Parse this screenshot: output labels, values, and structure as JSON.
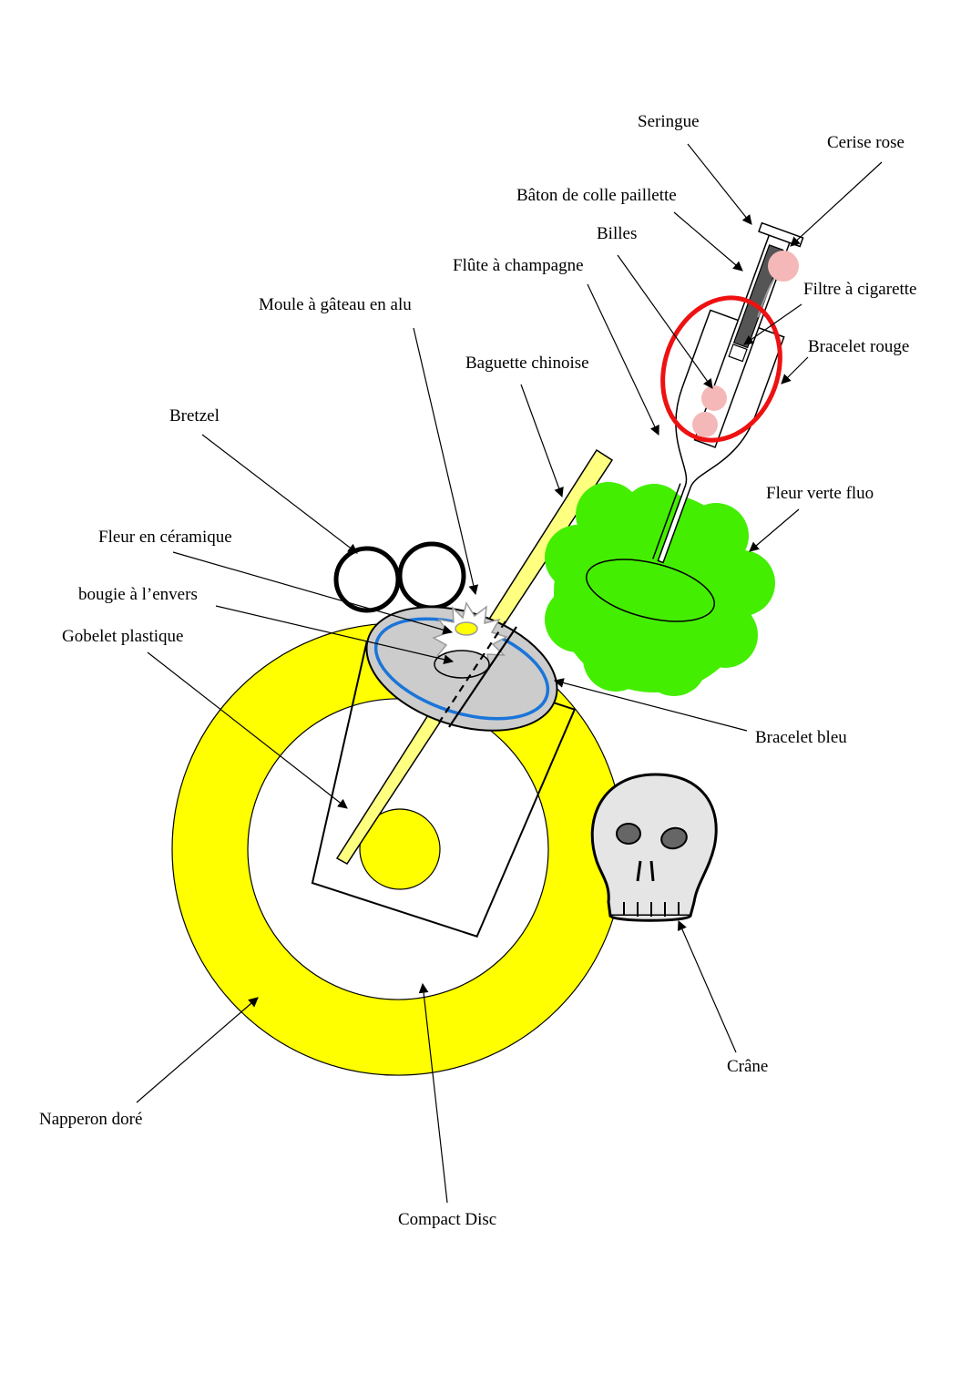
{
  "labels": {
    "seringue": "Seringue",
    "cerise_rose": "Cerise rose",
    "baton_colle": "Bâton de colle paillette",
    "billes": "Billes",
    "flute": "Flûte à champagne",
    "filtre": "Filtre à cigarette",
    "moule": "Moule à gâteau en alu",
    "bracelet_rouge": "Bracelet rouge",
    "baguette": "Baguette chinoise",
    "bretzel": "Bretzel",
    "fleur_verte": "Fleur verte fluo",
    "fleur_ceramique": "Fleur en céramique",
    "bougie": "bougie à l’envers",
    "gobelet": "Gobelet plastique",
    "bracelet_bleu": "Bracelet bleu",
    "crane": "Crâne",
    "napperon": "Napperon doré",
    "compact_disc": "Compact Disc"
  },
  "colors": {
    "napperon": "#ffff00",
    "baguette": "#ffff80",
    "fleur_verte": "#44ee00",
    "moule": "#cccccc",
    "bracelet_bleu": "#1a75d9",
    "bracelet_rouge": "#ee1111",
    "cerise": "#f4b8b8",
    "baton_colle": "#555555",
    "crane": "#e5e5e5",
    "crane_eyes": "#666666"
  }
}
